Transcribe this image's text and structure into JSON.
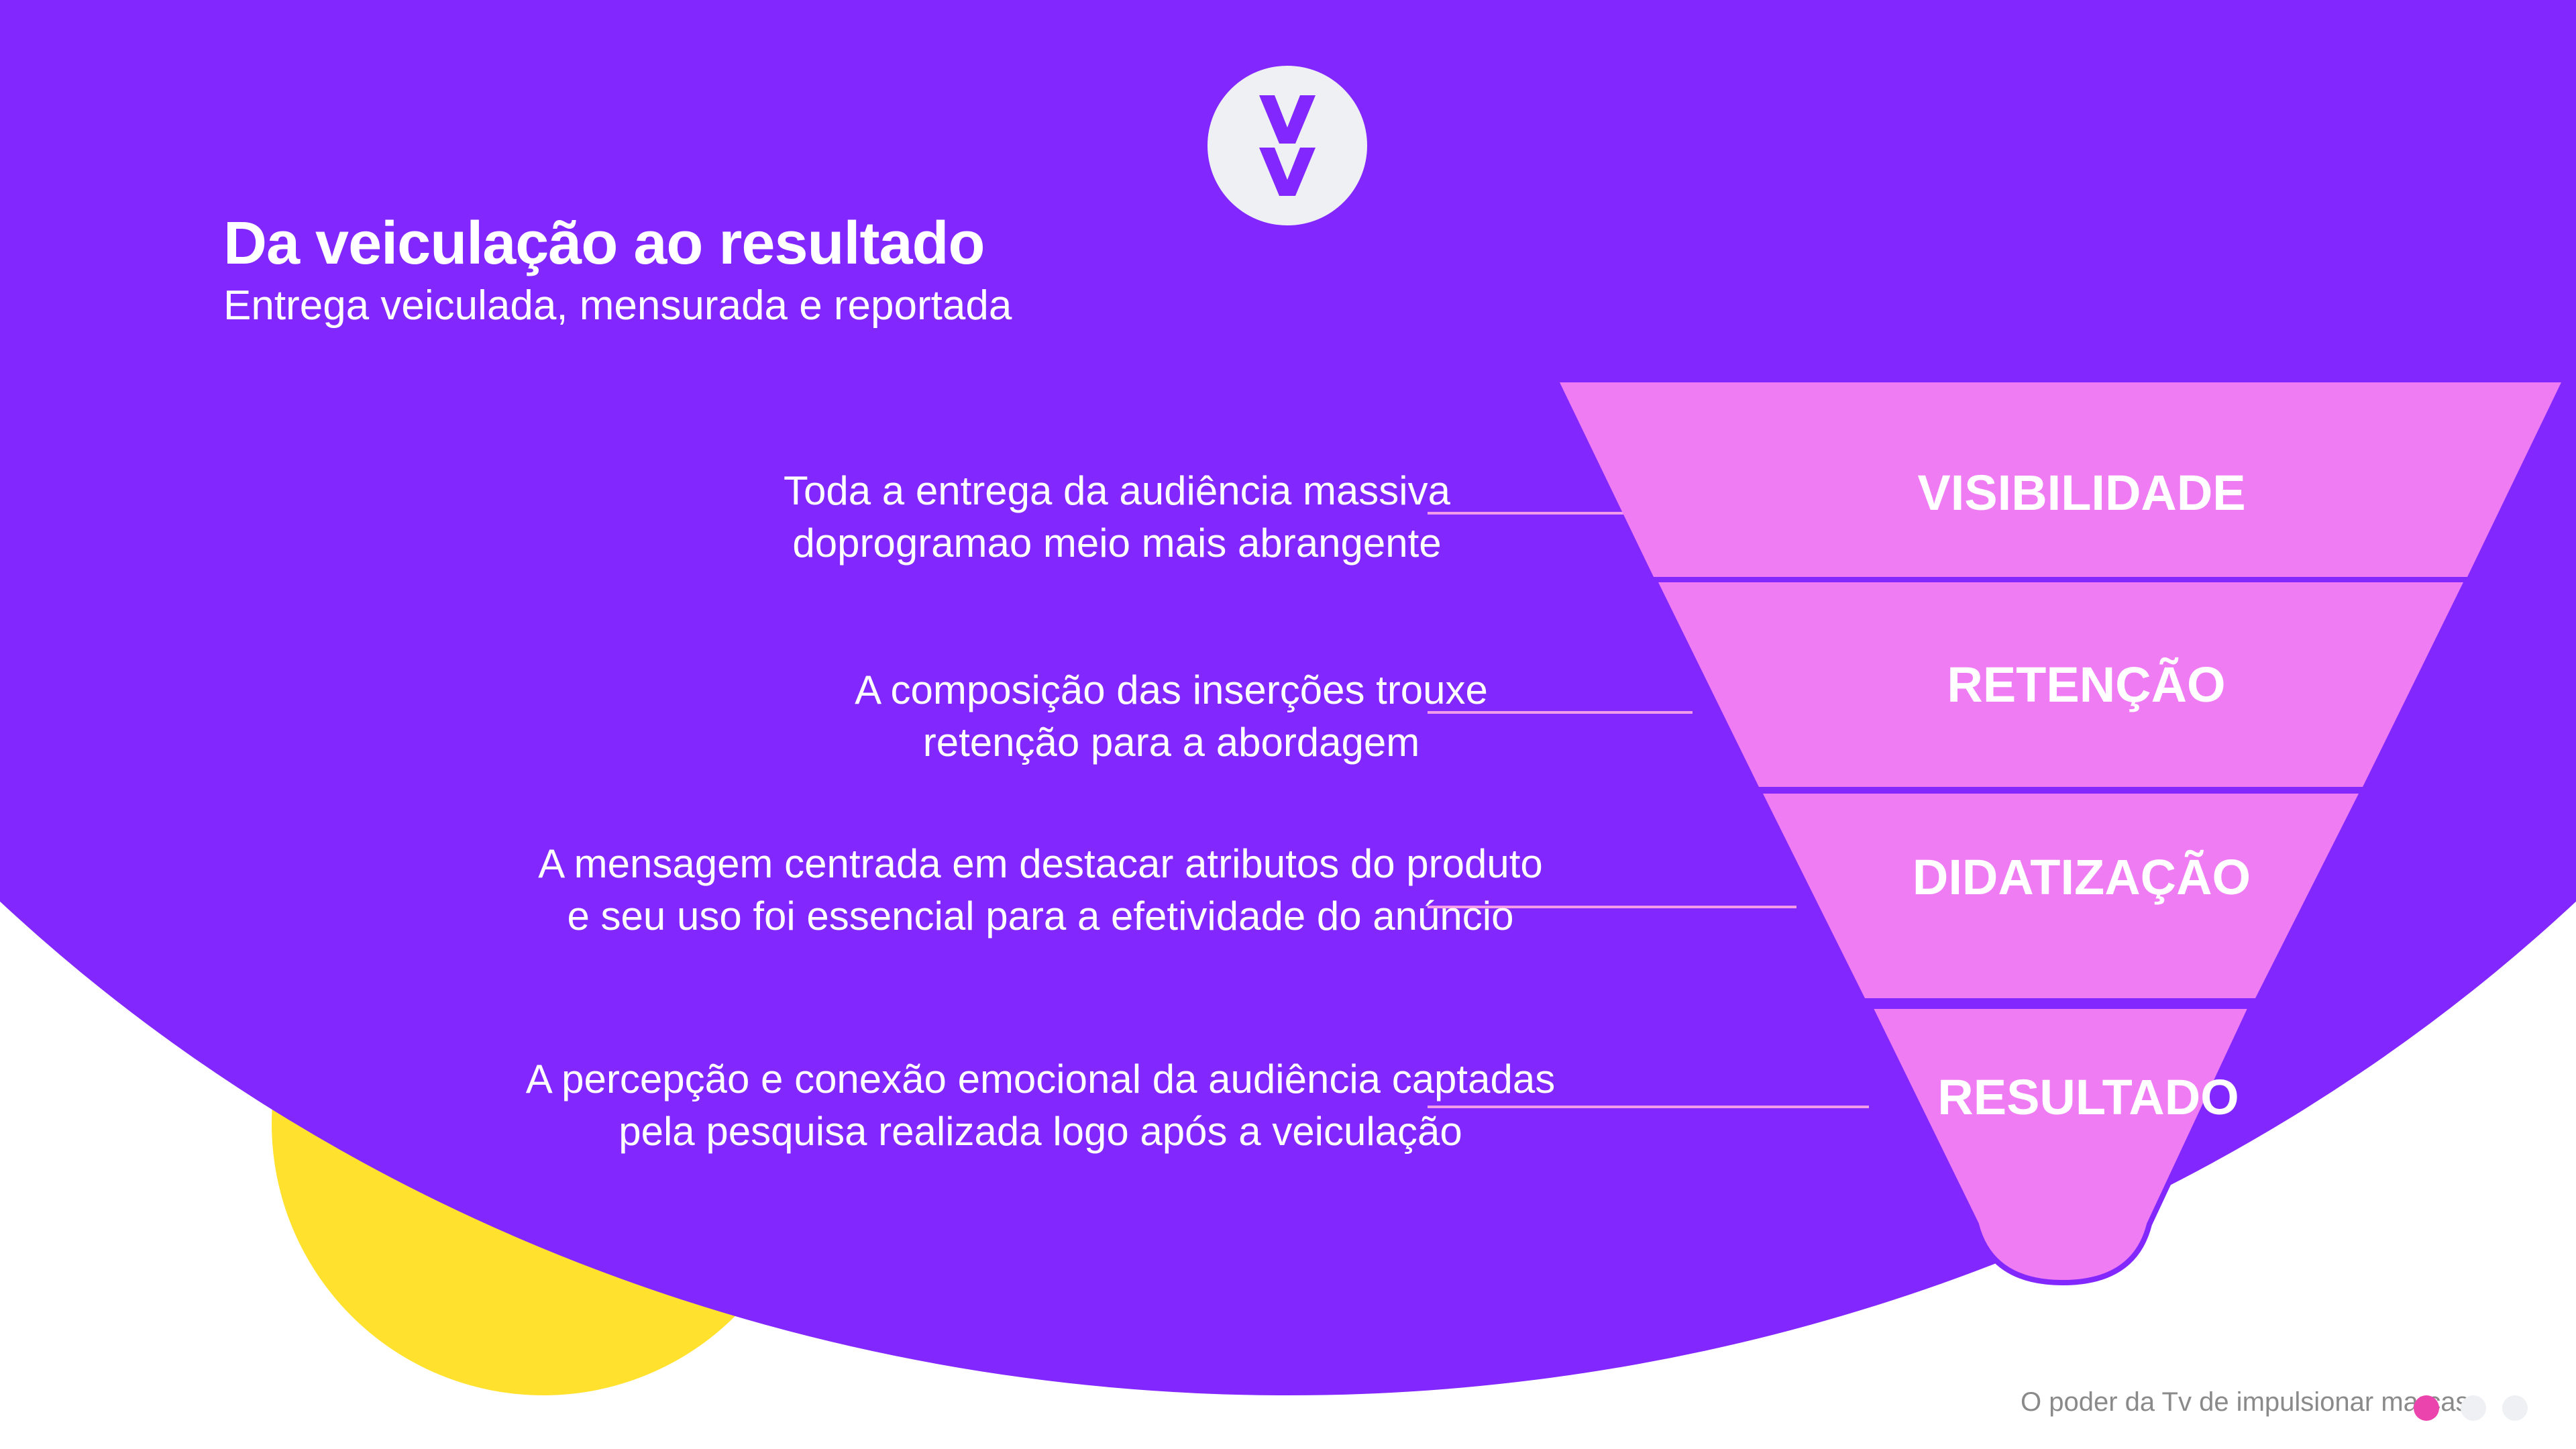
{
  "header": {
    "title": "Da veiculação ao resultado",
    "subtitle": "Entrega veiculada, mensurada e reportada"
  },
  "logo": {
    "icon": "double-v-icon",
    "color": "#8228ff"
  },
  "funnel": {
    "stages": [
      {
        "label": "VISIBILIDADE",
        "description": [
          "Toda a entrega da audiência massiva",
          "doprogramao meio mais abrangente"
        ]
      },
      {
        "label": "RETENÇÃO",
        "description": [
          "A composição das inserções trouxe",
          "retenção para a abordagem"
        ]
      },
      {
        "label": "DIDATIZAÇÃO",
        "description": [
          "A mensagem centrada em destacar atributos do produto",
          "e seu uso foi essencial para a efetividade do anúncio"
        ]
      },
      {
        "label": "RESULTADO",
        "description": [
          "A percepção e conexão emocional da audiência captadas",
          "pela pesquisa realizada logo após a veiculação"
        ]
      }
    ]
  },
  "footer": {
    "text": "O poder da Tv de impulsionar marcas"
  },
  "colors": {
    "background": "#8228ff",
    "funnel_fill": "#f07cf4",
    "accent_pink": "#ec44ad",
    "accent_yellow": "#ffe12e",
    "connector": "#f29be8"
  }
}
